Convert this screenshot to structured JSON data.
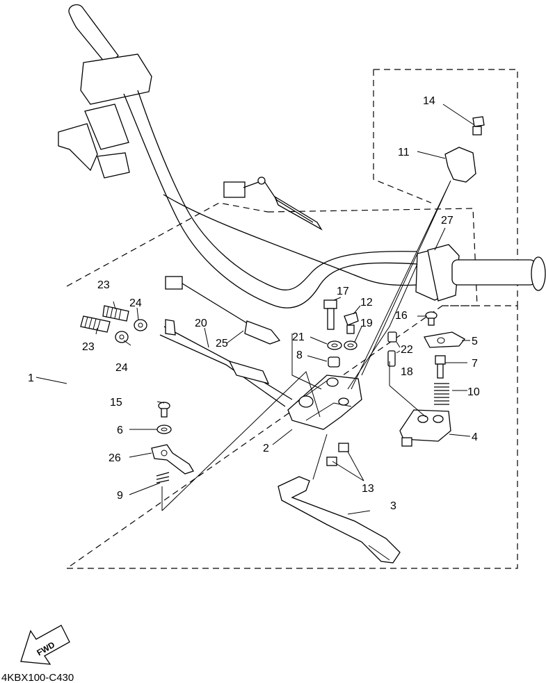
{
  "diagram": {
    "code": "4KBX100-C430",
    "direction_label": "FWD",
    "callouts": [
      {
        "id": "1",
        "text": "1"
      },
      {
        "id": "2",
        "text": "2"
      },
      {
        "id": "3",
        "text": "3"
      },
      {
        "id": "4",
        "text": "4"
      },
      {
        "id": "5",
        "text": "5"
      },
      {
        "id": "6",
        "text": "6"
      },
      {
        "id": "7",
        "text": "7"
      },
      {
        "id": "8",
        "text": "8"
      },
      {
        "id": "9",
        "text": "9"
      },
      {
        "id": "10",
        "text": "10"
      },
      {
        "id": "11",
        "text": "11"
      },
      {
        "id": "12",
        "text": "12"
      },
      {
        "id": "13",
        "text": "13"
      },
      {
        "id": "14",
        "text": "14"
      },
      {
        "id": "15",
        "text": "15"
      },
      {
        "id": "16",
        "text": "16"
      },
      {
        "id": "17",
        "text": "17"
      },
      {
        "id": "18",
        "text": "18"
      },
      {
        "id": "19",
        "text": "19"
      },
      {
        "id": "20",
        "text": "20"
      },
      {
        "id": "21",
        "text": "21"
      },
      {
        "id": "22",
        "text": "22"
      },
      {
        "id": "23a",
        "text": "23"
      },
      {
        "id": "23b",
        "text": "23"
      },
      {
        "id": "24a",
        "text": "24"
      },
      {
        "id": "24b",
        "text": "24"
      },
      {
        "id": "25",
        "text": "25"
      },
      {
        "id": "26",
        "text": "26"
      },
      {
        "id": "27",
        "text": "27"
      }
    ]
  }
}
